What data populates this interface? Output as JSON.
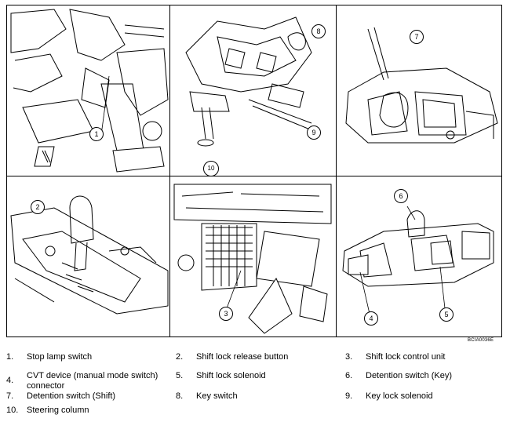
{
  "figure_code": "BCIA0036E",
  "panels": [
    {
      "id": "p1",
      "callouts": [
        "1"
      ]
    },
    {
      "id": "p2",
      "callouts": [
        "8",
        "9",
        "10"
      ]
    },
    {
      "id": "p3",
      "callouts": [
        "7"
      ]
    },
    {
      "id": "p4",
      "callouts": [
        "2"
      ]
    },
    {
      "id": "p5",
      "callouts": [
        "3"
      ]
    },
    {
      "id": "p6",
      "callouts": [
        "6",
        "4",
        "5"
      ]
    }
  ],
  "legend": [
    {
      "num": "1.",
      "text": "Stop lamp switch"
    },
    {
      "num": "2.",
      "text": "Shift lock release button"
    },
    {
      "num": "3.",
      "text": "Shift lock control unit"
    },
    {
      "num": "4.",
      "text": "CVT device (manual mode switch) connector"
    },
    {
      "num": "5.",
      "text": "Shift lock solenoid"
    },
    {
      "num": "6.",
      "text": "Detention switch (Key)"
    },
    {
      "num": "7.",
      "text": "Detention switch (Shift)"
    },
    {
      "num": "8.",
      "text": "Key switch"
    },
    {
      "num": "9.",
      "text": "Key lock solenoid"
    },
    {
      "num": "10.",
      "text": "Steering column"
    }
  ]
}
